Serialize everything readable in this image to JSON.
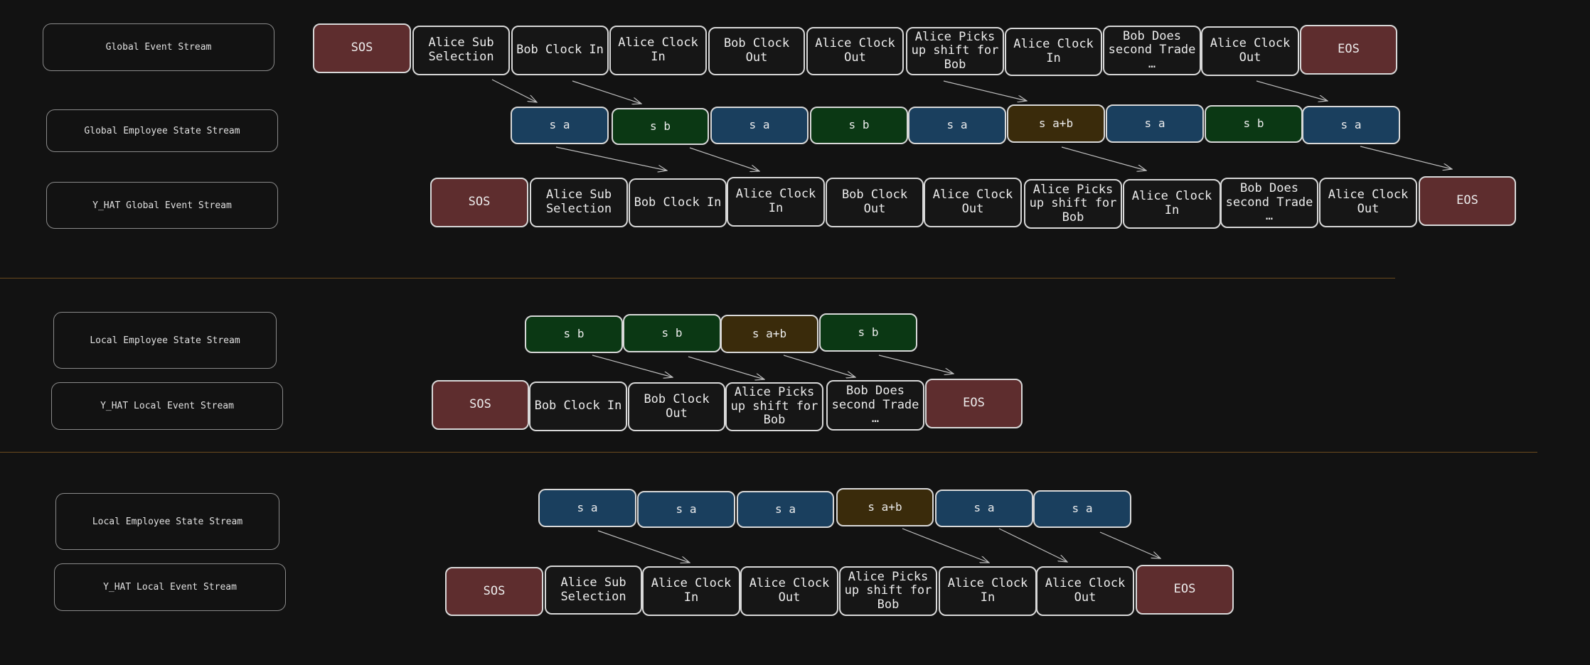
{
  "sections": [
    {
      "labels": [
        "Global Event Stream",
        "Global Employee State Stream",
        "Y_HAT Global Event Stream"
      ],
      "events": [
        "SOS",
        "Alice Sub Selection",
        "Bob Clock In",
        "Alice Clock In",
        "Bob Clock Out",
        "Alice Clock Out",
        "Alice Picks up shift for Bob",
        "Alice Clock In",
        "Bob Does second Trade …",
        "Alice Clock Out",
        "EOS"
      ],
      "states": [
        "s a",
        "s b",
        "s a",
        "s b",
        "s a",
        "s a+b",
        "s a",
        "s b",
        "s a"
      ],
      "yhat": [
        "SOS",
        "Alice Sub Selection",
        "Bob Clock In",
        "Alice Clock In",
        "Bob Clock Out",
        "Alice Clock Out",
        "Alice Picks up shift for Bob",
        "Alice Clock In",
        "Bob Does second Trade …",
        "Alice Clock Out",
        "EOS"
      ]
    },
    {
      "labels": [
        "Local Employee State Stream",
        "Y_HAT Local Event Stream"
      ],
      "states": [
        "s b",
        "s b",
        "s a+b",
        "s b"
      ],
      "yhat": [
        "SOS",
        "Bob Clock In",
        "Bob Clock Out",
        "Alice Picks up shift for Bob",
        "Bob Does second Trade …",
        "EOS"
      ]
    },
    {
      "labels": [
        "Local Employee State Stream",
        "Y_HAT Local Event Stream"
      ],
      "states": [
        "s a",
        "s a",
        "s a",
        "s a+b",
        "s a",
        "s a"
      ],
      "yhat": [
        "SOS",
        "Alice Sub Selection",
        "Alice Clock In",
        "Alice Clock Out",
        "Alice Picks up shift for Bob",
        "Alice Clock In",
        "Alice Clock Out",
        "EOS"
      ]
    }
  ],
  "colors": {
    "background": "#121212",
    "marker_fill": "#5e2d2e",
    "state_a_fill": "#1a3f5e",
    "state_b_fill": "#0b3814",
    "state_ab_fill": "#3a2b0b",
    "divider": "#6a4a1e"
  }
}
